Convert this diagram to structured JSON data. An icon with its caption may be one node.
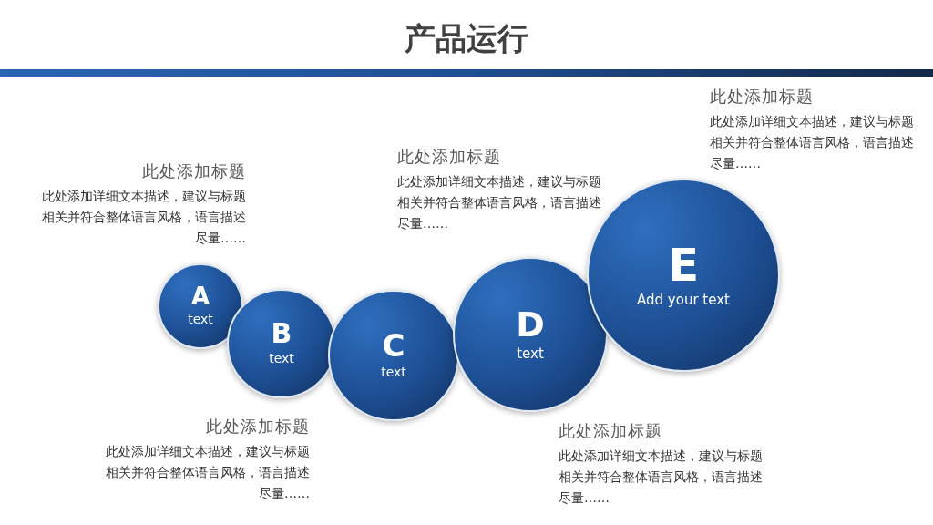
{
  "diagram": {
    "title": "产品运行",
    "nodes": [
      {
        "text": [
          "A",
          "text"
        ]
      },
      {
        "text": [
          "B",
          "text"
        ]
      },
      {
        "text": [
          "C",
          "text"
        ]
      },
      {
        "text": [
          "D",
          "text"
        ]
      },
      {
        "text": [
          "E",
          "Add your text"
        ]
      }
    ],
    "edges": [],
    "labels": [
      "此处添加标题",
      "此处添加详细文本描述，建议与标题相关并符合整体语言风格，语言描述尽量……",
      "此处添加标题",
      "此处添加详细文本描述，建议与标题相关并符合整体语言风格，语言描述尽量……",
      "此处添加标题",
      "此处添加详细文本描述，建议与标题相关并符合整体语言风格，语言描述尽量……",
      "此处添加标题",
      "此处添加详细文本描述，建议与标题相关并符合整体语言风格，语言描述尽量……",
      "此处添加标题",
      "此处添加详细文本描述，建议与标题相关并符合整体语言风格，语言描述尽量……"
    ]
  }
}
